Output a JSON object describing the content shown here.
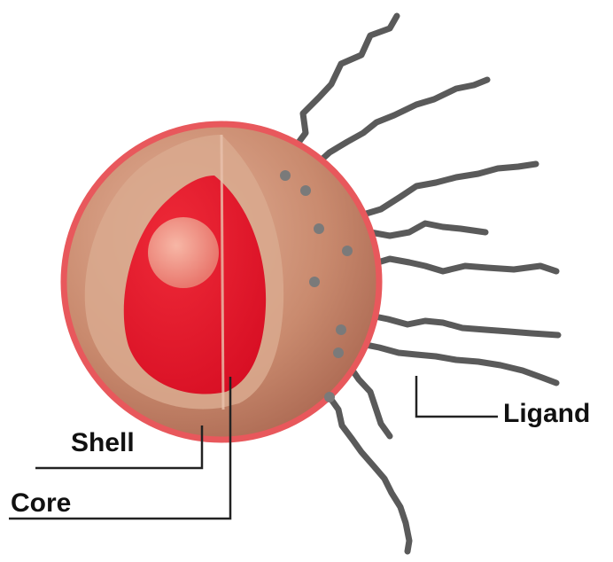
{
  "labels": {
    "shell": "Shell",
    "core": "Core",
    "ligand": "Ligand"
  },
  "colors": {
    "shell_fill": "#c98a6e",
    "shell_rim": "#e8585c",
    "shell_cut_face": "#d9a98e",
    "core_fill": "#e3122a",
    "core_highlight": "#f4a090",
    "ligand_stroke": "#5a5a5a",
    "ligand_anchor": "#7a7a7a",
    "leader_line": "#222222"
  }
}
